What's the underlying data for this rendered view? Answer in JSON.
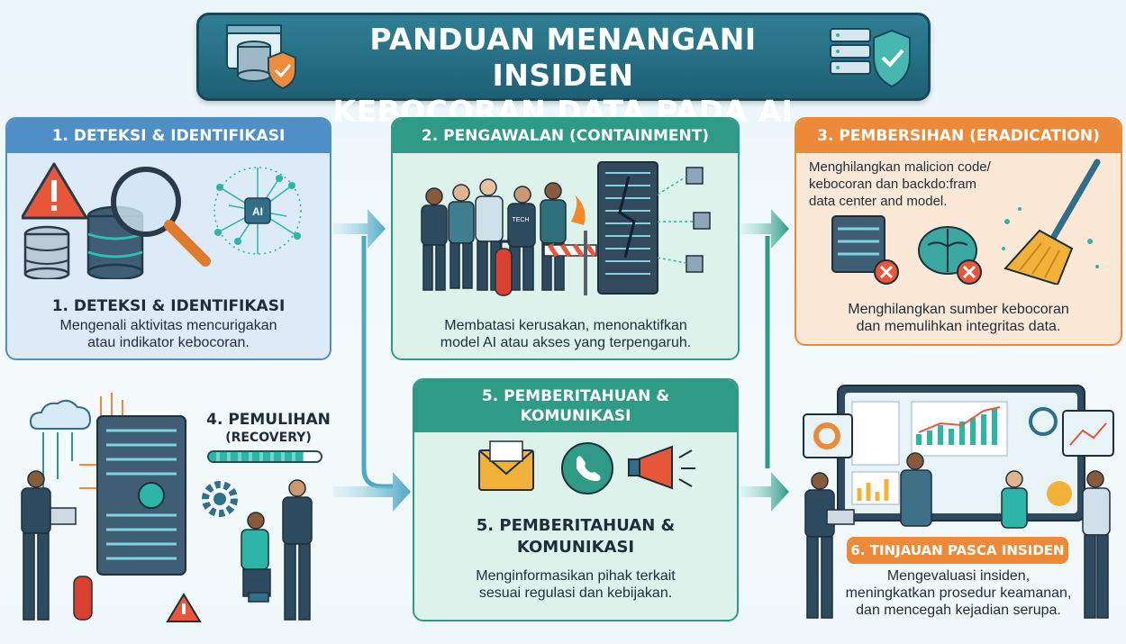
{
  "header": {
    "title_line1": "PANDUAN MENANGANI INSIDEN",
    "title_line2": "KEBOCORAN DATA PADA AI"
  },
  "steps": {
    "deteksi": {
      "header": "1. DETEKSI & IDENTIFIKASI",
      "title": "1. DETEKSI & IDENTIFIKASI",
      "desc_line1": "Mengenali aktivitas mencurigakan",
      "desc_line2": "atau indikator kebocoran.",
      "ai_label": "AI"
    },
    "pengawalan": {
      "header": "2. PENGAWALAN (CONTAINMENT)",
      "desc_line1": "Membatasi kerusakan, menonaktifkan",
      "desc_line2": "model AI atau akses yang terpengaruh.",
      "vest_label": "TECH"
    },
    "pembersihan": {
      "header": "3. PEMBERSIHAN (ERADICATION)",
      "top_line1": "Menghilangkan malicion code/",
      "top_line2": "kebocoran dan backdo:fram",
      "top_line3": "data center and model.",
      "desc_line1": "Menghilangkan sumber kebocoran",
      "desc_line2": "dan memulihkan integritas data."
    },
    "pemulihan": {
      "title_line1": "4. PEMULIHAN",
      "title_line2": "(RECOVERY)",
      "progress": 0.85
    },
    "pemberitahuan": {
      "header_line1": "5. PEMBERITAHUAN &",
      "header_line2": "KOMUNIKASI",
      "title_line1": "5. PEMBERITAHUAN &",
      "title_line2": "KOMUNIKASI",
      "desc_line1": "Menginformasikan pihak terkait",
      "desc_line2": "sesuai regulasi dan kebijakan."
    },
    "tinjauan": {
      "badge": "6. TINJAUAN PASCA INSIDEN",
      "desc_line1": "Mengevaluasi insiden,",
      "desc_line2": "meningkatkan prosedur keamanan,",
      "desc_line3": "dan mencegah kejadian serupa."
    }
  },
  "colors": {
    "title_bg": "#1f5f74",
    "blue": "#4d8fc6",
    "teal": "#2f9a86",
    "orange": "#ec8a3a",
    "warning": "#e8573a"
  },
  "icons": [
    "database-shield-icon",
    "server-shield-icon",
    "warning-icon",
    "magnifier-icon",
    "neural-network-icon",
    "server-icon",
    "broom-icon",
    "email-icon",
    "phone-icon",
    "megaphone-icon",
    "cloud-icon",
    "gear-icon",
    "fire-extinguisher-icon",
    "dashboard-icon"
  ]
}
